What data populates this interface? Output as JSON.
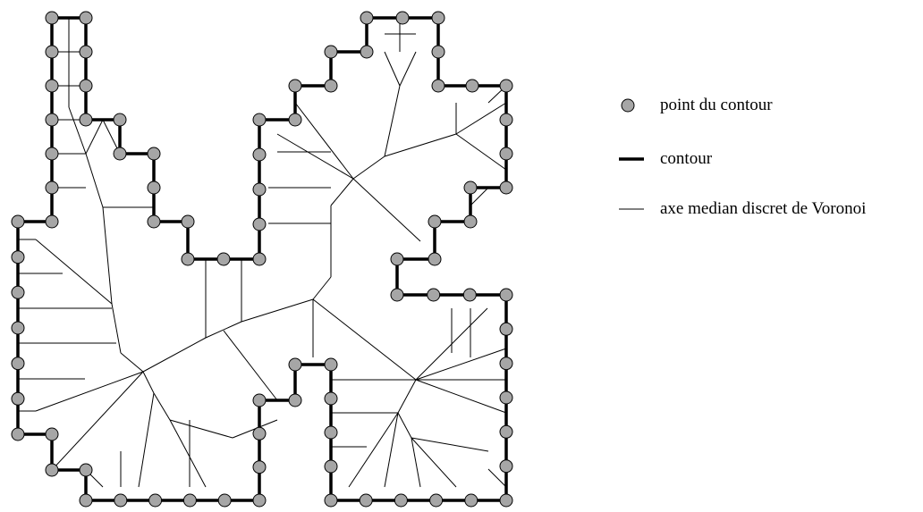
{
  "legend": {
    "point_label": "point du contour",
    "contour_label": "contour",
    "axis_label": "axe median discret de Voronoi"
  },
  "colors": {
    "point_fill": "#a6a6a6",
    "point_stroke": "#000000",
    "contour": "#000000",
    "axis": "#000000",
    "background": "#ffffff"
  }
}
